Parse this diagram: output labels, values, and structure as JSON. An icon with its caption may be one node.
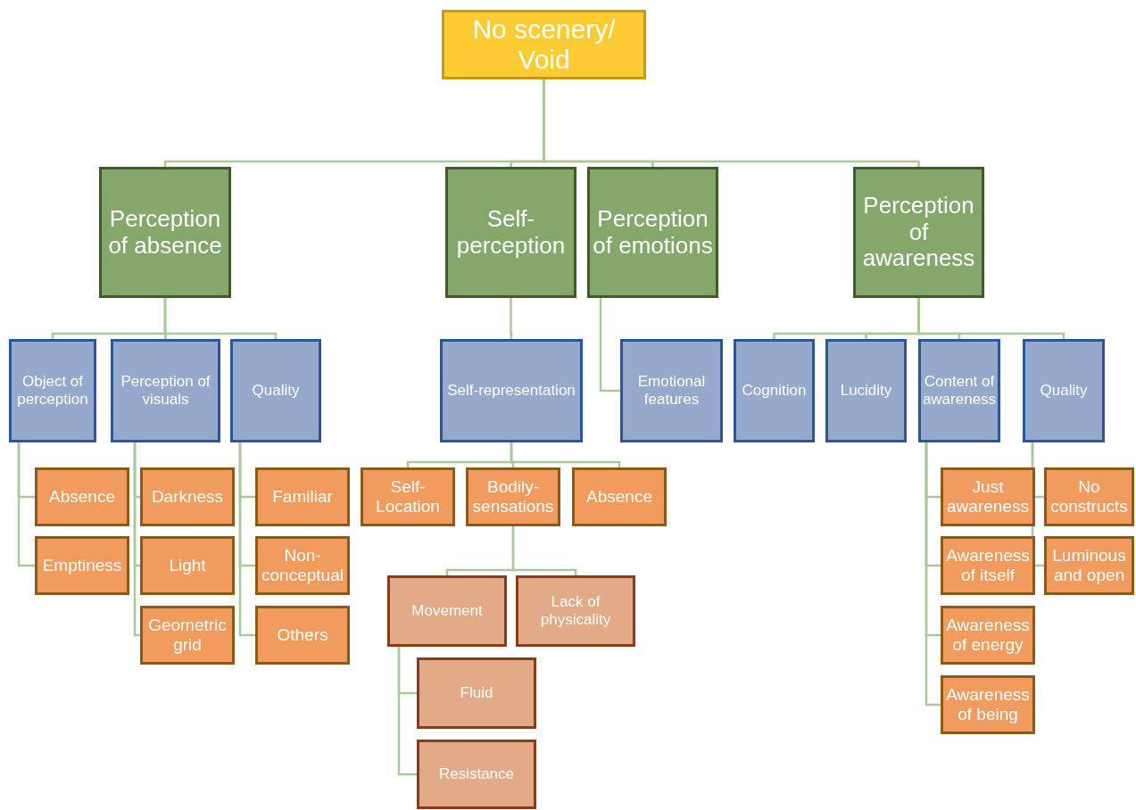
{
  "diagram": {
    "nodes": [
      {
        "text": [
          "No scenery/ Void"
        ]
      },
      {
        "text": [
          "Perception of absence"
        ]
      },
      {
        "text": [
          "Self-perception"
        ]
      },
      {
        "text": [
          "Perception of emotions"
        ]
      },
      {
        "text": [
          "Perception of awareness"
        ]
      },
      {
        "text": [
          "Object of perception"
        ]
      },
      {
        "text": [
          "Perception of visuals"
        ]
      },
      {
        "text": [
          "Quality"
        ]
      },
      {
        "text": [
          "Self-representation"
        ]
      },
      {
        "text": [
          "Emotional features"
        ]
      },
      {
        "text": [
          "Cognition"
        ]
      },
      {
        "text": [
          "Lucidity"
        ]
      },
      {
        "text": [
          "Content of awareness"
        ]
      },
      {
        "text": [
          "Quality"
        ]
      },
      {
        "text": [
          "Absence"
        ]
      },
      {
        "text": [
          "Emptiness"
        ]
      },
      {
        "text": [
          "Darkness"
        ]
      },
      {
        "text": [
          "Light"
        ]
      },
      {
        "text": [
          "Geometric grid"
        ]
      },
      {
        "text": [
          "Familiar"
        ]
      },
      {
        "text": [
          "Non-conceptual"
        ]
      },
      {
        "text": [
          "Others"
        ]
      },
      {
        "text": [
          "Self-Location"
        ]
      },
      {
        "text": [
          "Bodily-sensations"
        ]
      },
      {
        "text": [
          "Absence"
        ]
      },
      {
        "text": [
          "Movement"
        ]
      },
      {
        "text": [
          "Lack of physicality"
        ]
      },
      {
        "text": [
          "Fluid"
        ]
      },
      {
        "text": [
          "Resistance"
        ]
      },
      {
        "text": [
          "Just awareness"
        ]
      },
      {
        "text": [
          "Awareness of itself"
        ]
      },
      {
        "text": [
          "Awareness of energy"
        ]
      },
      {
        "text": [
          "Awareness of being"
        ]
      },
      {
        "text": [
          "No constructs"
        ]
      },
      {
        "text": [
          "Luminous and open"
        ]
      }
    ],
    "edges": [
      {
        "from": 0,
        "to": 1,
        "arrow": "none"
      },
      {
        "from": 0,
        "to": 2,
        "arrow": "none"
      },
      {
        "from": 0,
        "to": 3,
        "arrow": "none"
      },
      {
        "from": 0,
        "to": 4,
        "arrow": "none"
      },
      {
        "from": 1,
        "to": 5,
        "arrow": "none"
      },
      {
        "from": 1,
        "to": 6,
        "arrow": "none"
      },
      {
        "from": 1,
        "to": 7,
        "arrow": "none"
      },
      {
        "from": 2,
        "to": 8,
        "arrow": "none"
      },
      {
        "from": 3,
        "to": 9,
        "arrow": "none"
      },
      {
        "from": 4,
        "to": 10,
        "arrow": "none"
      },
      {
        "from": 4,
        "to": 11,
        "arrow": "none"
      },
      {
        "from": 4,
        "to": 12,
        "arrow": "none"
      },
      {
        "from": 4,
        "to": 13,
        "arrow": "none"
      },
      {
        "from": 5,
        "to": 14,
        "arrow": "none"
      },
      {
        "from": 5,
        "to": 15,
        "arrow": "none"
      },
      {
        "from": 6,
        "to": 16,
        "arrow": "none"
      },
      {
        "from": 6,
        "to": 17,
        "arrow": "none"
      },
      {
        "from": 6,
        "to": 18,
        "arrow": "none"
      },
      {
        "from": 7,
        "to": 19,
        "arrow": "none"
      },
      {
        "from": 7,
        "to": 20,
        "arrow": "none"
      },
      {
        "from": 7,
        "to": 21,
        "arrow": "none"
      },
      {
        "from": 8,
        "to": 22,
        "arrow": "none"
      },
      {
        "from": 8,
        "to": 23,
        "arrow": "none"
      },
      {
        "from": 8,
        "to": 24,
        "arrow": "none"
      },
      {
        "from": 23,
        "to": 25,
        "arrow": "none"
      },
      {
        "from": 23,
        "to": 26,
        "arrow": "none"
      },
      {
        "from": 25,
        "to": 27,
        "arrow": "none"
      },
      {
        "from": 25,
        "to": 28,
        "arrow": "none"
      },
      {
        "from": 12,
        "to": 29,
        "arrow": "none"
      },
      {
        "from": 12,
        "to": 30,
        "arrow": "none"
      },
      {
        "from": 12,
        "to": 31,
        "arrow": "none"
      },
      {
        "from": 12,
        "to": 32,
        "arrow": "none"
      },
      {
        "from": 13,
        "to": 33,
        "arrow": "none"
      },
      {
        "from": 13,
        "to": 34,
        "arrow": "none"
      }
    ]
  }
}
